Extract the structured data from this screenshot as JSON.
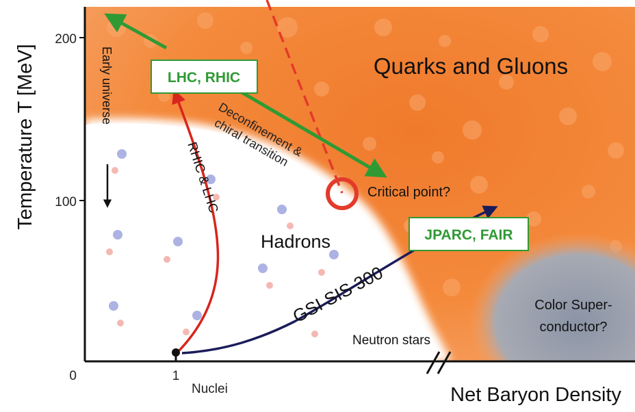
{
  "axes": {
    "y_label": "Temperature T [MeV]",
    "x_label": "Net Baryon Density",
    "y_ticks": [
      "200",
      "100",
      "0"
    ],
    "x_ticks": [
      "1"
    ],
    "x_tick_note": "Nuclei"
  },
  "regions": {
    "qgp": "Quarks and Gluons",
    "hadrons": "Hadrons",
    "csc_line1": "Color Super-",
    "csc_line2": "conductor?",
    "neutron_stars": "Neutron stars"
  },
  "transition": {
    "line1": "Deconfinement &",
    "line2": "chiral transition",
    "critical_point": "Critical point?"
  },
  "trajectories": {
    "early_universe": "Early universe",
    "rhic_lhc": "RHIC & LHC",
    "gsi": "GSI SIS 300"
  },
  "boxes": {
    "lhc": "LHC, RHIC",
    "jparc": "JPARC, FAIR"
  },
  "colors": {
    "qgp_orange": "#f68a3a",
    "hadron_white": "#ffffff",
    "csc_gray": "#8d96a8",
    "rhic_red": "#d8251d",
    "gsi_navy": "#1b1c5a",
    "arrow_green": "#2f9a34",
    "marker_red": "#e33b2b"
  }
}
